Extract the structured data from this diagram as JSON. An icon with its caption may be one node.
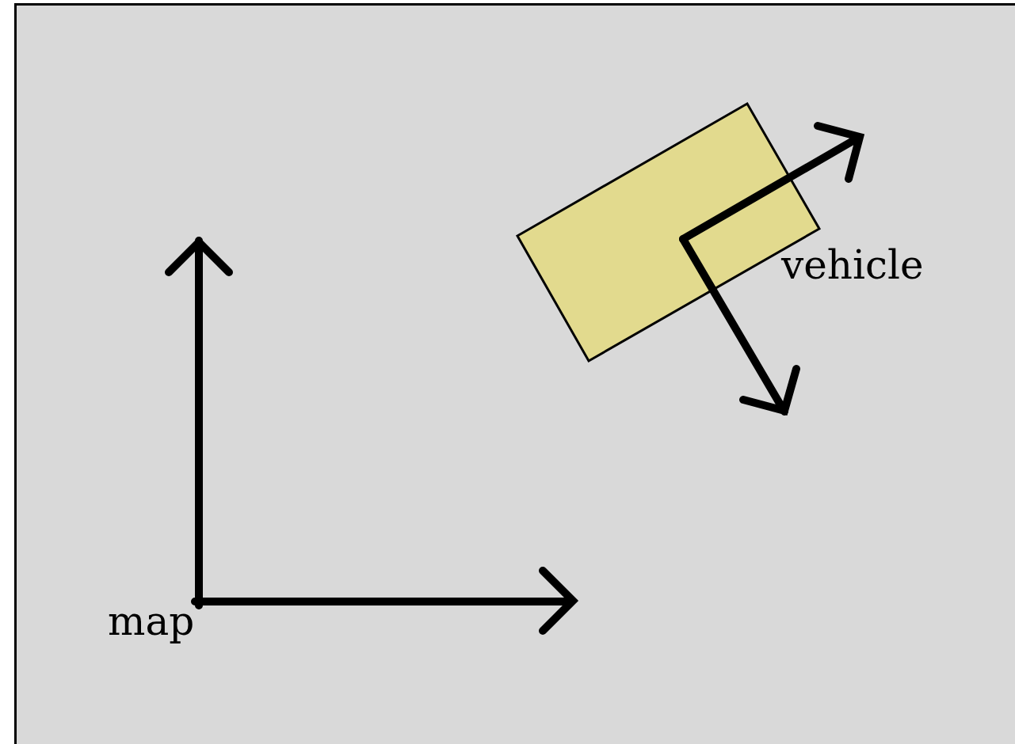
{
  "diagram": {
    "nodes": [
      {
        "text": [],
        "shape": "box",
        "beside": [
          "vehicle"
        ]
      }
    ],
    "labels": [
      "map"
    ]
  }
}
